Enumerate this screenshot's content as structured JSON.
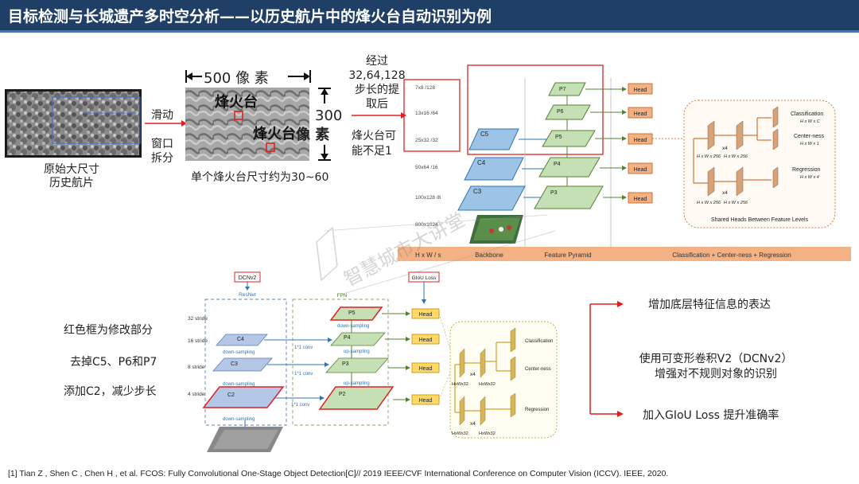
{
  "title": "目标检测与长城遗产多时空分析——以历史航片中的烽火台自动识别为例",
  "left": {
    "aerial_caption_line1": "原始大尺寸",
    "aerial_caption_line2": "历史航片",
    "slide_label": "滑动",
    "window_label_line1": "窗口",
    "window_label_line2": "拆分",
    "width_label": "500 像 素",
    "height_label_num": "300",
    "height_label_unit": "像 素",
    "beacon_label_1": "烽火台",
    "beacon_label_2": "烽火台",
    "size_caption": "单个烽火台尺寸约为30~60",
    "stride_text_line1": "经过",
    "stride_text_line2": "32,64,128",
    "stride_text_line3": "步长的提",
    "stride_text_line4": "取后",
    "insufficient_line1": "烽火台可",
    "insufficient_line2": "能不足1"
  },
  "fcos": {
    "scales": [
      "7x8  /128",
      "13x16  /64",
      "25x32  /32",
      "50x64  /16",
      "100x128  /8",
      "800x1024"
    ],
    "hxw": "H x W  / s",
    "backbone_levels": [
      "C5",
      "C4",
      "C3"
    ],
    "pyramid_levels": [
      "P7",
      "P6",
      "P5",
      "P4",
      "P3"
    ],
    "head_label": "Head",
    "bottom_labels": [
      "Backbone",
      "Feature Pyramid",
      "Classification + Center-ness + Regression"
    ],
    "heads": {
      "classification": "Classification",
      "classification_dim": "H x W x C",
      "centerness": "Center-ness",
      "centerness_dim": "H x W x 1",
      "regression": "Regression",
      "regression_dim": "H x W x 4",
      "x4": "x4",
      "hw256": "H x W x 256",
      "footer": "Shared Heads Between Feature Levels"
    }
  },
  "watermark": "智慧城市大讲堂",
  "modified": {
    "dcn_label": "DCNv2",
    "resnet_label": "ResNet",
    "giou_label": "GIoU Loss",
    "fpn_label": "FPN",
    "strides": [
      "32 stride",
      "16 stride",
      "8 stride",
      "4 stride"
    ],
    "backbone_levels": [
      "C4",
      "C3",
      "C2"
    ],
    "pyramid_levels": [
      "P5",
      "P4",
      "P3",
      "P2"
    ],
    "down_sampling": "down-sampling",
    "up_sampling": "up-sampling",
    "conv": "1*1 conv",
    "head_label": "Head",
    "classification": "Classification",
    "centerness": "Center-ness",
    "regression": "Regression",
    "x4": "x4",
    "hwx32": "HxWx32"
  },
  "left_notes": [
    "红色框为修改部分",
    "去掉C5、P6和P7",
    "添加C2，减少步长"
  ],
  "right_notes": {
    "note1": "增加底层特征信息的表达",
    "note2_line1": "使用可变形卷积V2（DCNv2）",
    "note2_line2": "增强对不规则对象的识别",
    "note3": "加入GIoU Loss 提升准确率"
  },
  "reference": "[1] Tian Z , Shen C , Chen H , et al. FCOS: Fully Convolutional One-Stage Object Detection[C]// 2019 IEEE/CVF International Conference on Computer Vision (ICCV). IEEE, 2020.",
  "colors": {
    "title_bg": "#1f3f66",
    "red": "#e02020",
    "blue_layer": "#9dc3e6",
    "green_layer": "#c5e0b4",
    "orange_head": "#f4b183",
    "orange_bar": "#f4b183"
  }
}
